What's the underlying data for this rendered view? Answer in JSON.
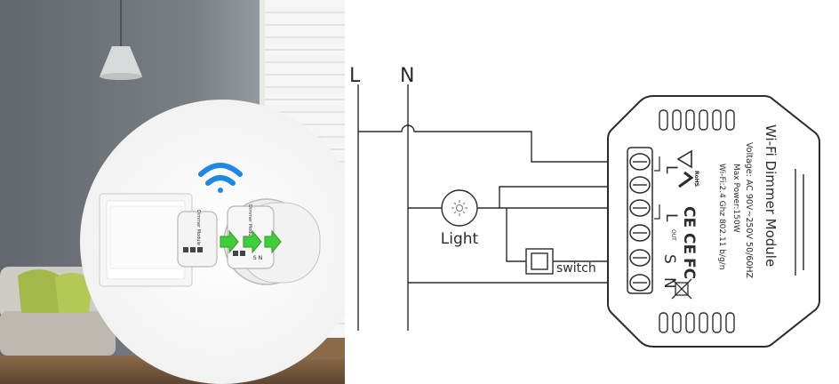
{
  "wiring": {
    "line_label": "L",
    "neutral_label": "N",
    "light_label": "Light",
    "switch_label": "switch"
  },
  "module": {
    "title": "Wi-Fi Dimmer Module",
    "voltage": "Voltage: AC 90V~250V   50/60HZ",
    "max_power": "Max Power:150W",
    "wifi_spec": "Wi-Fi:2.4 Ghz   802.11 b/g/n",
    "terminal_labels": {
      "l_top": "L",
      "l_bottom": "L",
      "out": "OUT",
      "s": "S",
      "n": "N"
    },
    "rohs_mark": "RoHS",
    "ce_mark": "CE",
    "fcc_mark": "FC"
  },
  "photo": {
    "module_label_left": "Dimmer Module",
    "module_label_right": "Dimmer Module",
    "terminal_text": "S N",
    "colors": {
      "wall": "#6e7379",
      "wifi": "#1e88e5",
      "arrow": "#3fcf3a",
      "sofa": "#c9c6bf",
      "pillow": "#a4b84a"
    }
  }
}
